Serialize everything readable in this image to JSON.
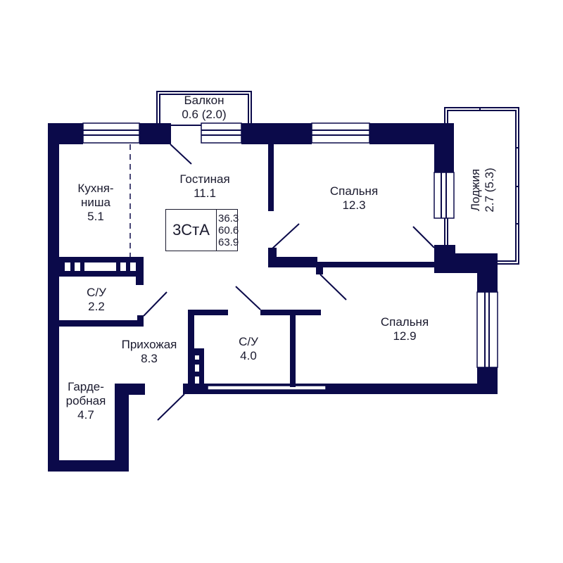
{
  "plan": {
    "type_code": "3СтА",
    "areas": {
      "living": "36.3",
      "total": "60.6",
      "total_with_balconies": "63.9"
    },
    "wall_color": "#0b0a4a",
    "text_color": "#1a1a2e"
  },
  "rooms": {
    "balcony": {
      "name": "Балкон",
      "area": "0.6 (2.0)"
    },
    "living_room": {
      "name": "Гостиная",
      "area": "11.1"
    },
    "kitchen": {
      "name_line1": "Кухня-",
      "name_line2": "ниша",
      "area": "5.1"
    },
    "bedroom_1": {
      "name": "Спальня",
      "area": "12.3"
    },
    "loggia": {
      "name": "Лоджия",
      "area": "2.7 (5.3)"
    },
    "bathroom_1": {
      "name": "С/У",
      "area": "2.2"
    },
    "hallway": {
      "name": "Прихожая",
      "area": "8.3"
    },
    "bathroom_2": {
      "name": "С/У",
      "area": "4.0"
    },
    "bedroom_2": {
      "name": "Спальня",
      "area": "12.9"
    },
    "wardrobe": {
      "name_line1": "Гарде-",
      "name_line2": "робная",
      "area": "4.7"
    }
  }
}
